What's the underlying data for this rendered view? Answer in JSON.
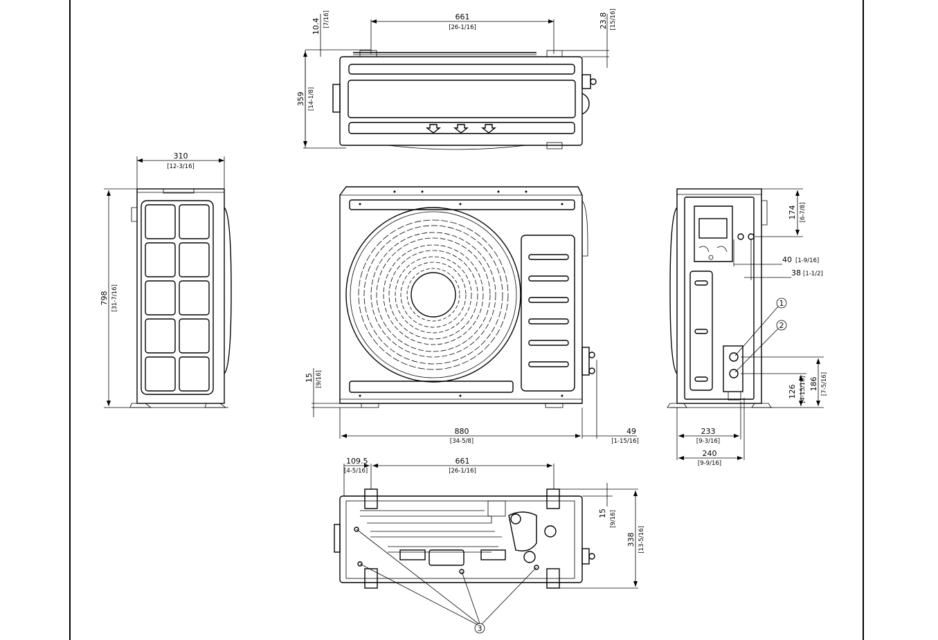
{
  "dimensions": {
    "top_offset_left": {
      "mm": "10.4",
      "inch": "[7/16]"
    },
    "top_width": {
      "mm": "661",
      "inch": "[26-1/16]"
    },
    "top_offset_right": {
      "mm": "23.8",
      "inch": "[15/16]"
    },
    "top_height": {
      "mm": "359",
      "inch": "[14-1/8]"
    },
    "side_width": {
      "mm": "310",
      "inch": "[12-3/16]"
    },
    "side_height": {
      "mm": "798",
      "inch": "[31-7/16]"
    },
    "front_foot": {
      "mm": "15",
      "inch": "[9/16]"
    },
    "front_width": {
      "mm": "880",
      "inch": "[34-5/8]"
    },
    "front_valve": {
      "mm": "49",
      "inch": "[1-15/16]"
    },
    "right_top": {
      "mm": "174",
      "inch": "[6-7/8]"
    },
    "right_h40": {
      "mm": "40",
      "inch": "[1-9/16]"
    },
    "right_h38": {
      "mm": "38",
      "inch": "[1-1/2]"
    },
    "right_186": {
      "mm": "186",
      "inch": "[7-5/16]"
    },
    "right_126": {
      "mm": "126",
      "inch": "[4-15/16]"
    },
    "right_233": {
      "mm": "233",
      "inch": "[9-3/16]"
    },
    "right_240": {
      "mm": "240",
      "inch": "[9-9/16]"
    },
    "bottom_offset": {
      "mm": "109.5",
      "inch": "[4-5/16]"
    },
    "bottom_width": {
      "mm": "661",
      "inch": "[26-1/16]"
    },
    "bottom_foot": {
      "mm": "15",
      "inch": "[9/16]"
    },
    "bottom_depth": {
      "mm": "338",
      "inch": "[13-5/16]"
    }
  },
  "callouts": {
    "one": "1",
    "two": "2",
    "three": "3"
  }
}
